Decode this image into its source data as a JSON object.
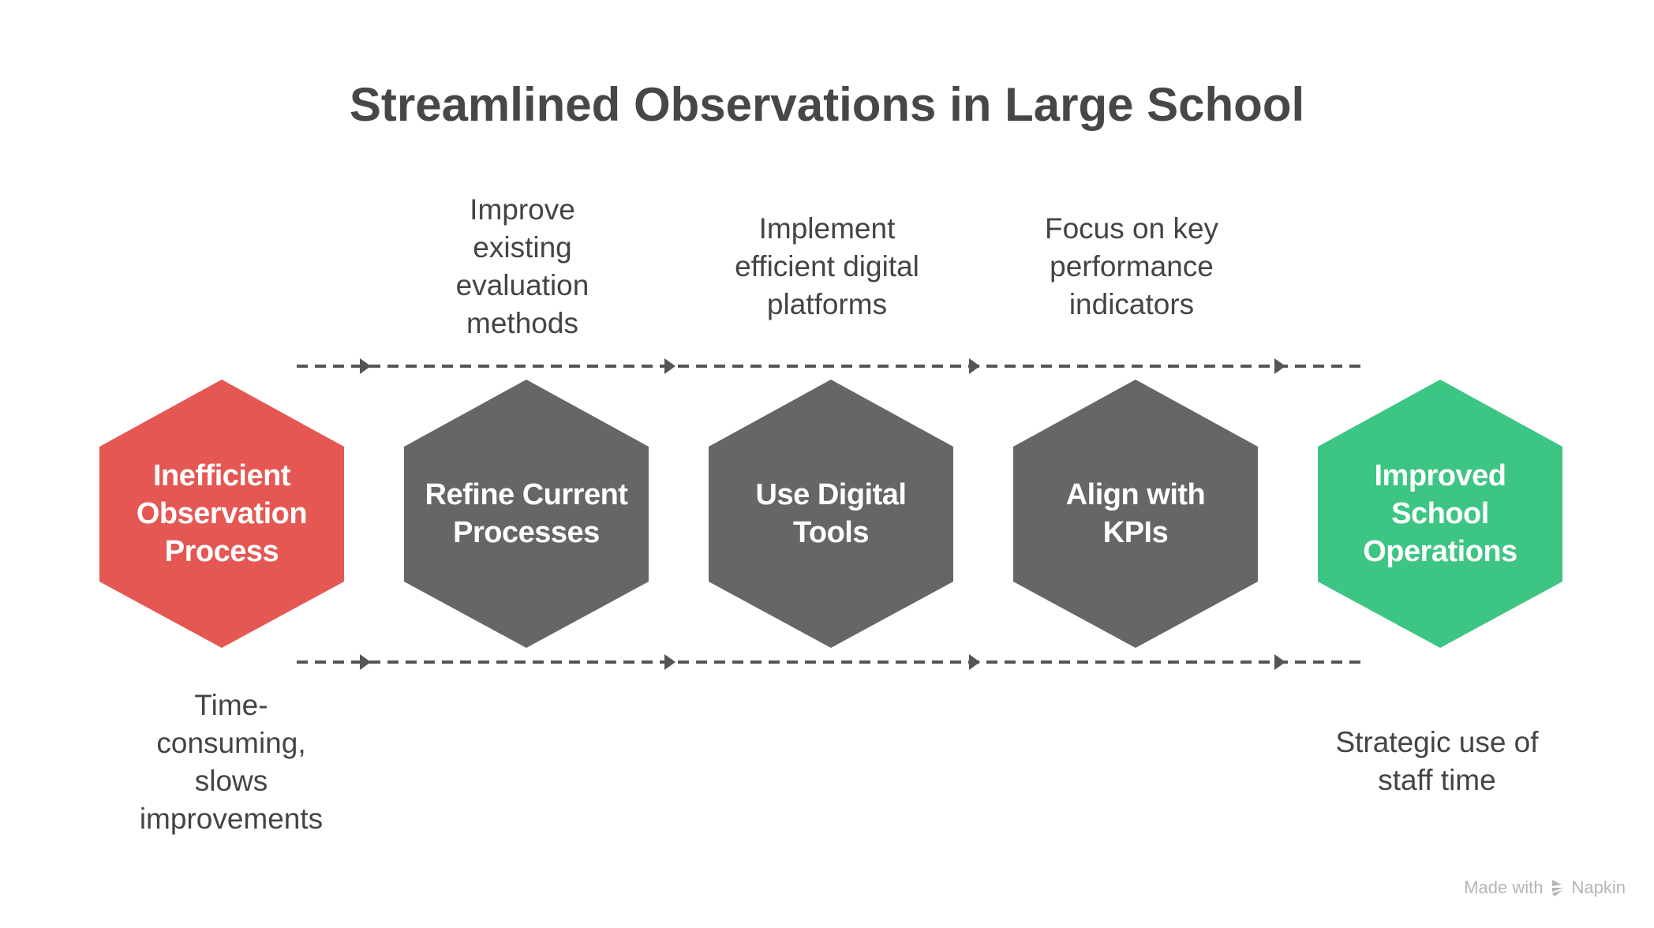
{
  "title": "Streamlined Observations in Large School",
  "steps": [
    {
      "label": "Inefficient\nObservation\nProcess",
      "color": "#E55753"
    },
    {
      "label": "Refine Current\nProcesses",
      "color": "#666666"
    },
    {
      "label": "Use Digital\nTools",
      "color": "#666666"
    },
    {
      "label": "Align with\nKPIs",
      "color": "#666666"
    },
    {
      "label": "Improved\nSchool\nOperations",
      "color": "#3CC583"
    }
  ],
  "top_notes": [
    "Improve\nexisting\nevaluation\nmethods",
    "Implement\nefficient digital\nplatforms",
    "Focus on key\nperformance\nindicators"
  ],
  "bottom_notes": {
    "start": "Time-\nconsuming,\nslows\nimprovements",
    "end": "Strategic use of\nstaff time"
  },
  "credit": {
    "made_with": "Made with",
    "brand": "Napkin"
  }
}
